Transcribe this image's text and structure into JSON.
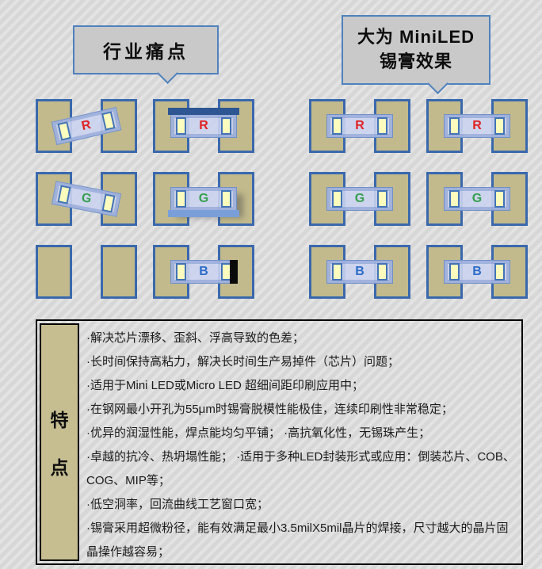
{
  "callouts": {
    "left_title": "行业痛点",
    "right_line1": "大为 MiniLED",
    "right_line2": "锡膏效果"
  },
  "chips": {
    "r": {
      "label": "R",
      "color": "#e02222"
    },
    "g": {
      "label": "G",
      "color": "#35a04e"
    },
    "b": {
      "label": "B",
      "color": "#2b6cc8"
    }
  },
  "pain_panel_defects": [
    "tilted-chip",
    "solder-overflow-top-bar",
    "tilted-chip",
    "floating-chip-with-shadow",
    "missing-chip",
    "black-mark-on-end"
  ],
  "features": {
    "label": "特点",
    "label_chars": [
      "特",
      "点"
    ],
    "bullets": [
      "·解决芯片漂移、歪斜、浮高导致的色差；",
      "·长时间保持高粘力，解决长时间生产易掉件（芯片）问题；",
      "·适用于Mini LED或Micro LED 超细间距印刷应用中；",
      "·在钢网最小开孔为55μm时锡膏脱模性能极佳，连续印刷性非常稳定；",
      "·优异的润湿性能，焊点能均匀平铺； ·高抗氧化性，无锡珠产生；",
      "·卓越的抗冷、热坍塌性能； ·适用于多种LED封装形式或应用：倒装芯片、COB、COG、MIP等；",
      "·低空洞率，回流曲线工艺窗口宽；",
      "·锡膏采用超微粉径，能有效满足最小3.5milX5mil晶片的焊接，尺寸越大的晶片固晶操作越容易；"
    ]
  },
  "palette": {
    "background": "#d8d8d8",
    "stripe": "#e3e3e3",
    "bubble_fill": "#c9c9c9",
    "bubble_border": "#4f81bd",
    "pad_fill": "#c2ba8c",
    "pad_border": "#3a68ad",
    "chip_fill": "#cbd3ee",
    "electrode_fill": "#fcfcbe",
    "defect_top_bar": "#2d5693",
    "defect_bottom_bar": "#7a9ed8",
    "defect_black_mark": "#0a0a0a",
    "letter_r": "#e02222",
    "letter_g": "#35a04e",
    "letter_b": "#2b6cc8"
  }
}
